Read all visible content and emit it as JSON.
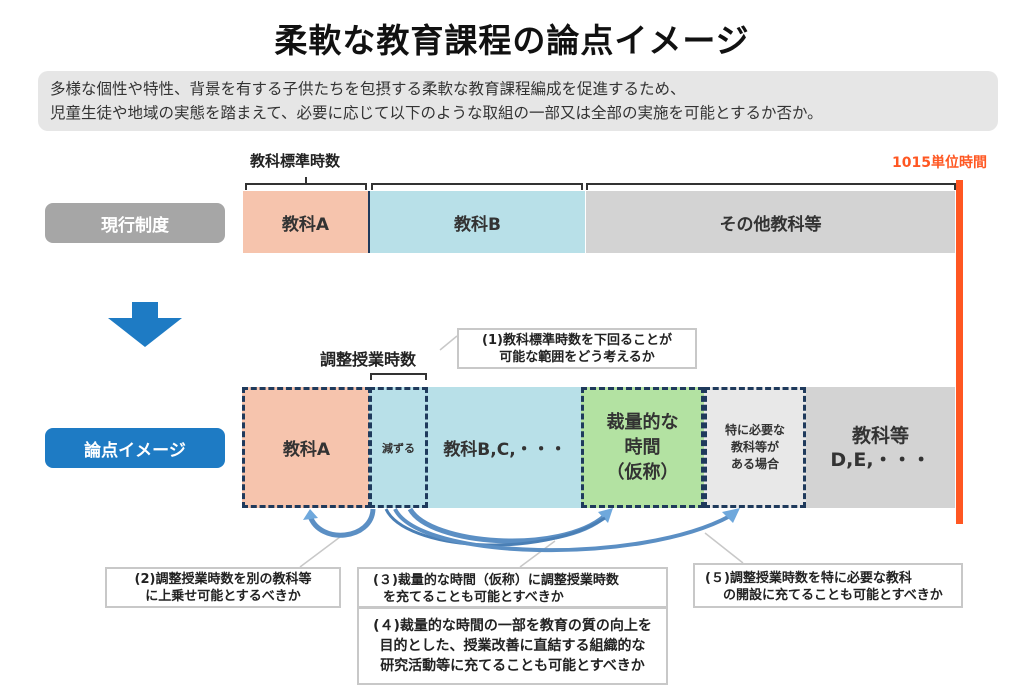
{
  "title": "柔軟な教育課程の論点イメージ",
  "intro": {
    "line1": "多様な個性や特性、背景を有する子供たちを包摂する柔軟な教育課程編成を促進するため、",
    "line2": "児童生徒や地域の実態を踏まえて、必要に応じて以下のような取組の一部又は全部の実施を可能とするか否か。"
  },
  "current": {
    "label": "現行制度",
    "bracket_label": "教科標準時数",
    "total_label": "1015単位時間",
    "bars": [
      {
        "label": "教科A",
        "color": "#f6c4ad"
      },
      {
        "label": "教科B",
        "color": "#b8e0e8"
      },
      {
        "label": "その他教科等",
        "color": "#d3d3d3"
      }
    ]
  },
  "image": {
    "label": "論点イメージ",
    "bracket_label": "調整授業時数",
    "bars": [
      {
        "label": "教科A",
        "color": "#f6c4ad"
      },
      {
        "label": "減ずる",
        "color": "#b8e0e8"
      },
      {
        "label": "教科B,C,・・・",
        "color": "#b8e0e8"
      },
      {
        "label_lines": [
          "裁量的な",
          "時間",
          "（仮称）"
        ],
        "color": "#b3e2a2"
      },
      {
        "label_lines": [
          "特に必要な",
          "教科等が",
          "ある場合"
        ],
        "color": "#e8e8e8"
      },
      {
        "label_lines": [
          "教科等",
          "D,E,・・・"
        ],
        "color": "#d3d3d3"
      }
    ]
  },
  "callouts": {
    "c1": {
      "line1": "(1)教科標準時数を下回ることが",
      "line2": "可能な範囲をどう考えるか"
    },
    "c2": {
      "line1": "(2)調整授業時数を別の教科等",
      "line2": "に上乗せ可能とするべきか"
    },
    "c3": {
      "line1": "(３)裁量的な時間（仮称）に調整授業時数",
      "line2": "を充てることも可能とすべきか"
    },
    "c4": {
      "line1": "(４)裁量的な時間の一部を教育の質の向上を",
      "line2": "目的とした、授業改善に直結する組織的な",
      "line3": "研究活動等に充てることも可能とすべきか"
    },
    "c5": {
      "line1": "(５)調整授業時数を特に必要な教科",
      "line2": "の開設に充てることも可能とすべきか"
    }
  },
  "colors": {
    "current_label_bg": "#a6a6a6",
    "image_label_bg": "#1e7bc4",
    "limit_line": "#ff5722",
    "arrow_down": "#1e7bc4",
    "dashed_border": "#1f3a5c",
    "curve_arrow": "#5b8fc4"
  }
}
